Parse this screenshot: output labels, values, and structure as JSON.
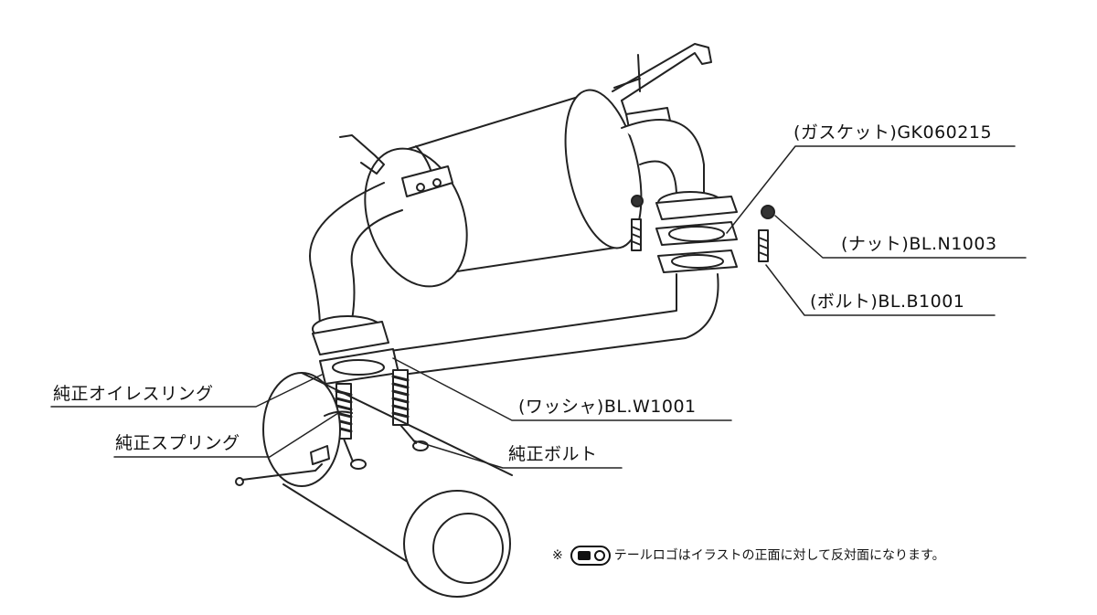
{
  "labels": {
    "gasket": "(ガスケット)GK060215",
    "nut": "(ナット)BL.N1003",
    "bolt": "(ボルト)BL.B1001",
    "washer": "(ワッシャ)BL.W1001",
    "oem_rubber_ring": "純正オイレスリング",
    "oem_spring": "純正スプリング",
    "oem_bolt": "純正ボルト"
  },
  "note": {
    "mark": "※",
    "text": "テールロゴはイラストの正面に対して反対面になります。"
  }
}
